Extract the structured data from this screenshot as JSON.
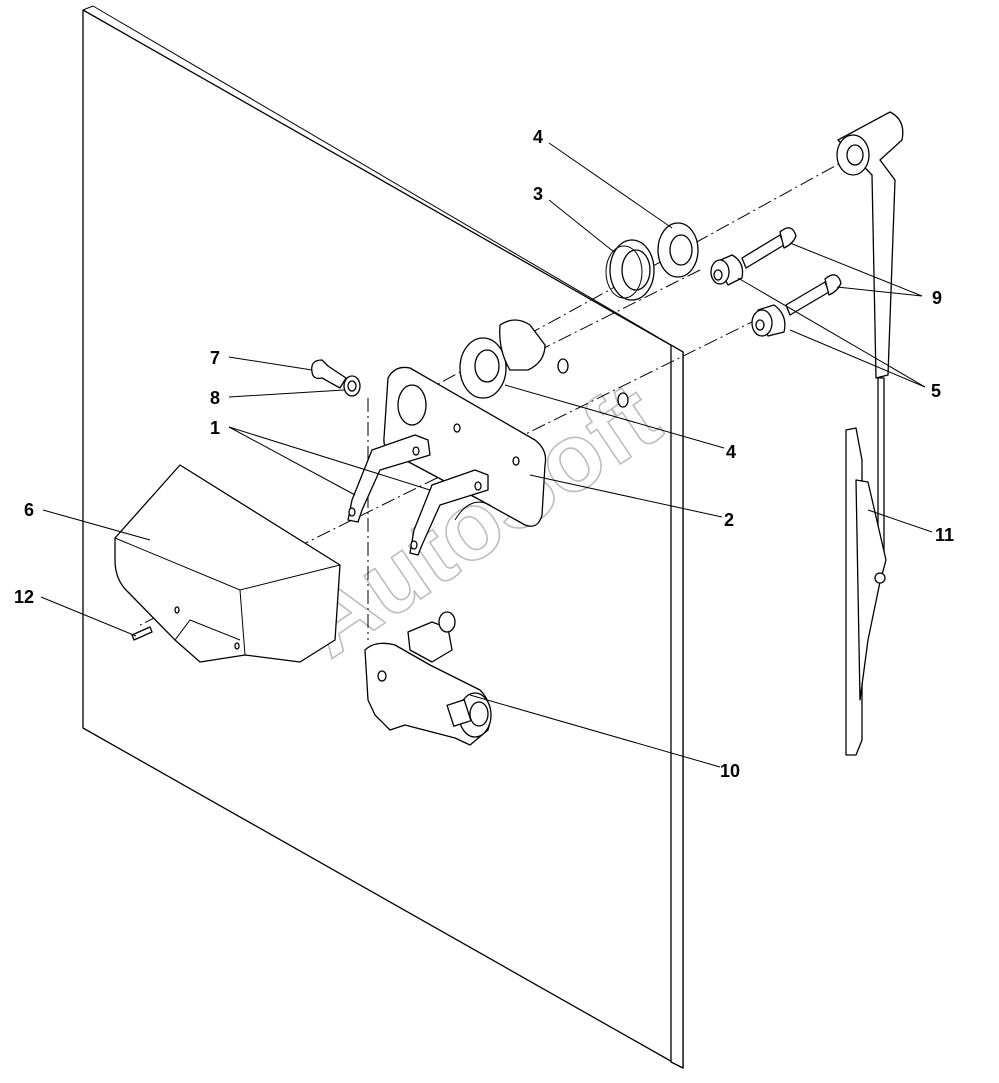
{
  "watermark": "AutoSoft",
  "callouts": [
    {
      "id": "c4-top",
      "label": "4"
    },
    {
      "id": "c3",
      "label": "3"
    },
    {
      "id": "c9",
      "label": "9"
    },
    {
      "id": "c5",
      "label": "5"
    },
    {
      "id": "c7",
      "label": "7"
    },
    {
      "id": "c8",
      "label": "8"
    },
    {
      "id": "c1",
      "label": "1"
    },
    {
      "id": "c4-low",
      "label": "4"
    },
    {
      "id": "c2",
      "label": "2"
    },
    {
      "id": "c6",
      "label": "6"
    },
    {
      "id": "c11",
      "label": "11"
    },
    {
      "id": "c12",
      "label": "12"
    },
    {
      "id": "c10",
      "label": "10"
    }
  ]
}
